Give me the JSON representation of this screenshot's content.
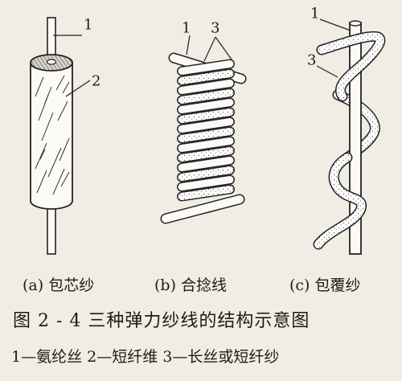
{
  "labels": {
    "a_1": "1",
    "a_2": "2",
    "b_1": "1",
    "b_3": "3",
    "c_1": "1",
    "c_3": "3"
  },
  "subcaptions": {
    "a": "(a) 包芯纱",
    "b": "(b) 合捻线",
    "c": "(c) 包覆纱"
  },
  "figure": {
    "title": "图 2 - 4   三种弹力纱线的结构示意图",
    "legend": "1—氨纶丝   2—短纤维   3—长丝或短纤纱"
  }
}
